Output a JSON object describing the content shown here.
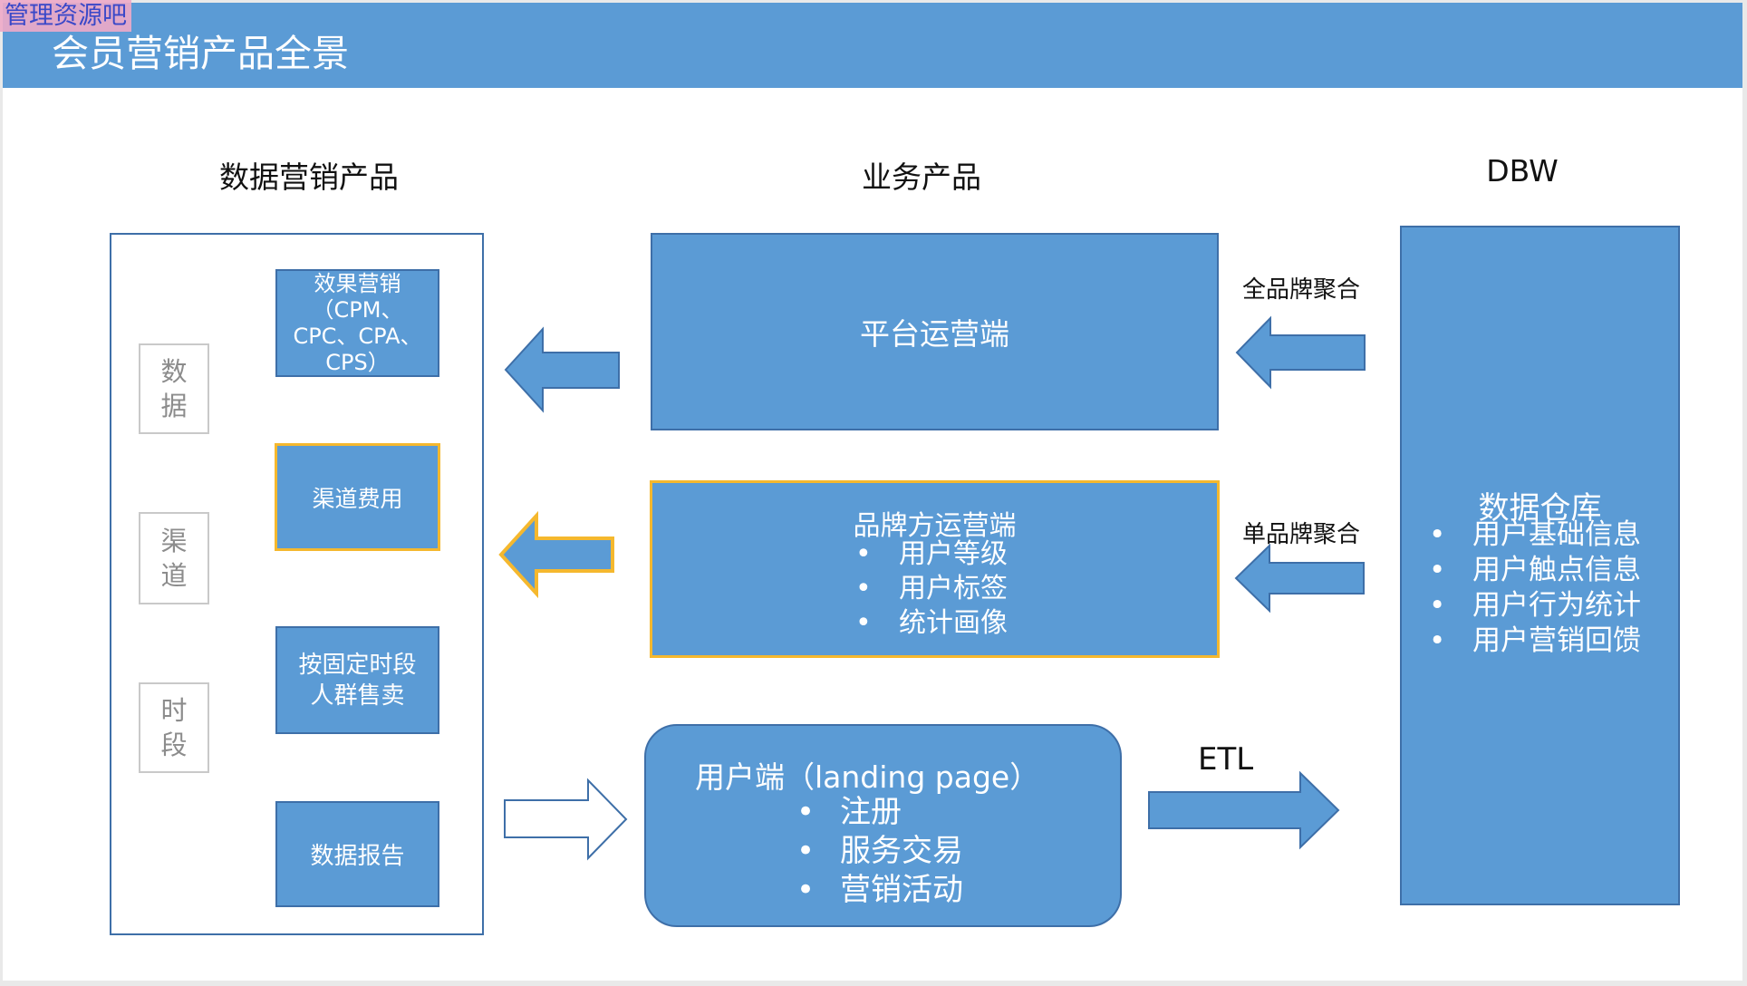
{
  "watermark": "管理资源吧",
  "title": "会员营销产品全景",
  "columns": {
    "left": "数据营销产品",
    "middle": "业务产品",
    "right": "DBW"
  },
  "left_panel": {
    "labels": [
      {
        "chars": [
          "数",
          "据"
        ]
      },
      {
        "chars": [
          "渠",
          "道"
        ]
      },
      {
        "chars": [
          "时",
          "段"
        ]
      }
    ],
    "products": [
      {
        "lines": [
          "效果营销",
          "（CPM、",
          "CPC、CPA、",
          "CPS）"
        ]
      },
      {
        "lines": [
          "渠道费用"
        ]
      },
      {
        "lines": [
          "按固定时段",
          "人群售卖"
        ]
      },
      {
        "lines": [
          "数据报告"
        ]
      }
    ]
  },
  "middle": {
    "platform": "平台运营端",
    "brand": {
      "title": "品牌方运营端",
      "items": [
        "用户等级",
        "用户标签",
        "统计画像"
      ]
    },
    "user": {
      "title": "用户端（landing page）",
      "items": [
        "注册",
        "服务交易",
        "营销活动"
      ]
    }
  },
  "arrow_labels": {
    "all_brand": "全品牌聚合",
    "single_brand": "单品牌聚合",
    "etl": "ETL"
  },
  "warehouse": {
    "title": "数据仓库",
    "items": [
      "用户基础信息",
      "用户触点信息",
      "用户行为统计",
      "用户营销回馈"
    ]
  },
  "colors": {
    "fill": "#5b9bd5",
    "stroke": "#3e6fa8",
    "highlight": "#f5b82e"
  }
}
